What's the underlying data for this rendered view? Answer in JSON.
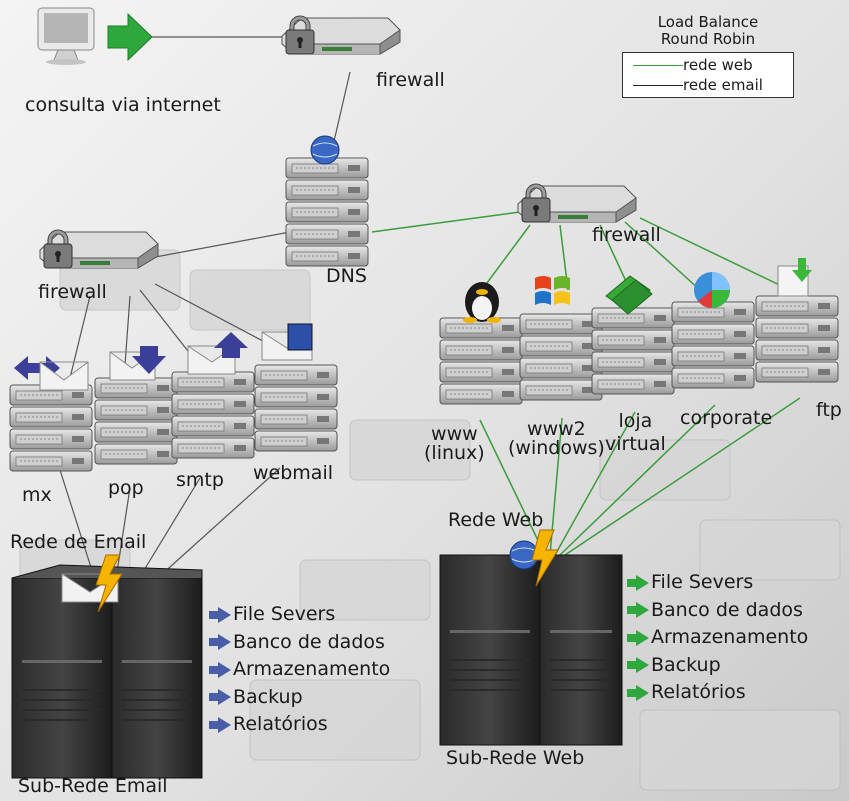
{
  "header": {
    "client_label": "consulta via internet"
  },
  "legend": {
    "title_line1": "Load Balance",
    "title_line2": "Round Robin",
    "web_label": "rede web",
    "email_label": "rede email",
    "web_color": "#3a9c3a",
    "email_color": "#222222"
  },
  "nodes": {
    "firewall_top": "firewall",
    "dns": "DNS",
    "firewall_email": "firewall",
    "firewall_web": "firewall"
  },
  "email_servers": [
    "mx",
    "pop",
    "smtp",
    "webmail"
  ],
  "web_servers": {
    "www_linux": [
      "www",
      "(linux)"
    ],
    "www_windows": [
      "www2",
      "(windows)"
    ],
    "loja_virtual": [
      "loja",
      "virtual"
    ],
    "corporate": "corporate",
    "ftp": "ftp"
  },
  "rede_email_label": "Rede de Email",
  "rede_web_label": "Rede Web",
  "subnet_email": {
    "title": "Sub-Rede Email",
    "items": [
      "File Severs",
      "Banco de dados",
      "Armazenamento",
      "Backup",
      "Relatórios"
    ]
  },
  "subnet_web": {
    "title": "Sub-Rede Web",
    "items": [
      "File Severs",
      "Banco de dados",
      "Armazenamento",
      "Backup",
      "Relatórios"
    ]
  },
  "colors": {
    "web_link": "#3a9c3a",
    "email_link": "#555555",
    "arrow": "#2ea83c",
    "email_arrow": "#4a5da8"
  }
}
